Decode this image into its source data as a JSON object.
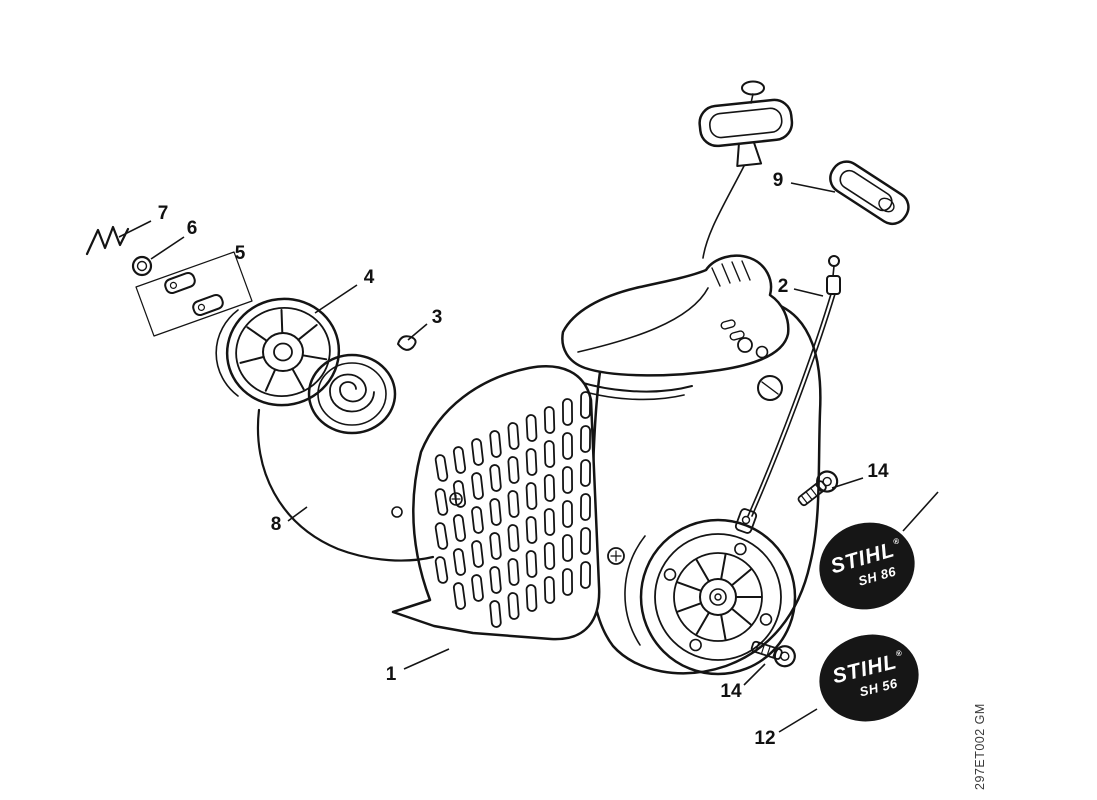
{
  "diagram": {
    "background_color": "#ffffff",
    "line_color": "#141414",
    "badge_fill": "#161616",
    "code_vertical": "297ET002 GM",
    "callouts": {
      "c1": "1",
      "c2": "2",
      "c3": "3",
      "c4": "4",
      "c5": "5",
      "c6": "6",
      "c7": "7",
      "c8": "8",
      "c9": "9",
      "c12": "12",
      "c14a": "14",
      "c14b": "14"
    },
    "badges": {
      "top": {
        "brand": "STIHL",
        "reg": "®",
        "model": "SH 86"
      },
      "bottom": {
        "brand": "STIHL",
        "reg": "®",
        "model": "SH 56"
      }
    }
  }
}
